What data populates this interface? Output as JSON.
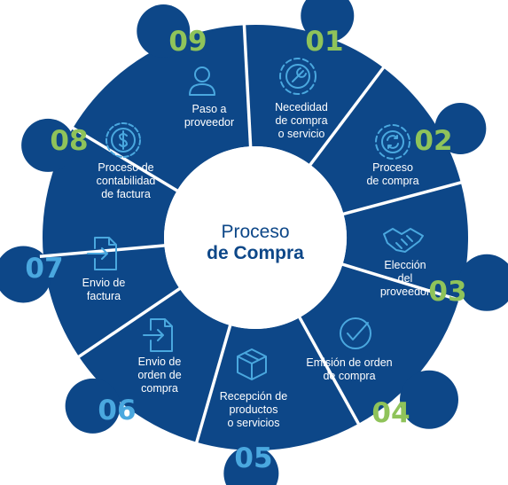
{
  "center": {
    "line1": "Proceso",
    "line2": "de Compra"
  },
  "colors": {
    "segment": "#0d4788",
    "center_fill": "#ffffff",
    "center_text": "#0d4788",
    "icon": "#4aa8df",
    "number_green": "#8fc35a",
    "number_blue": "#4aa8df",
    "label": "#ffffff"
  },
  "steps": [
    {
      "number": "01",
      "lines": [
        "Necedidad",
        "de compra",
        "o servicio"
      ],
      "icon": "gear-wrench-icon",
      "number_color": "green"
    },
    {
      "number": "02",
      "lines": [
        "Proceso",
        "de compra"
      ],
      "icon": "gear-cycle-icon",
      "number_color": "green"
    },
    {
      "number": "03",
      "lines": [
        "Elección",
        "del",
        "proveedor"
      ],
      "icon": "handshake-icon",
      "number_color": "green"
    },
    {
      "number": "04",
      "lines": [
        "Emisión de orden",
        "de compra"
      ],
      "icon": "checkmark-circle-icon",
      "number_color": "green"
    },
    {
      "number": "05",
      "lines": [
        "Recepción de",
        "productos",
        "o servicios"
      ],
      "icon": "package-box-icon",
      "number_color": "blue"
    },
    {
      "number": "06",
      "lines": [
        "Envio de",
        "orden de",
        "compra"
      ],
      "icon": "document-send-icon",
      "number_color": "blue"
    },
    {
      "number": "07",
      "lines": [
        "Envio de",
        "factura"
      ],
      "icon": "document-send-icon",
      "number_color": "blue"
    },
    {
      "number": "08",
      "lines": [
        "Proceso de",
        "contabilidad",
        "de factura"
      ],
      "icon": "dollar-coin-icon",
      "number_color": "green"
    },
    {
      "number": "09",
      "lines": [
        "Paso a",
        "proveedor"
      ],
      "icon": "user-icon",
      "number_color": "green"
    }
  ]
}
